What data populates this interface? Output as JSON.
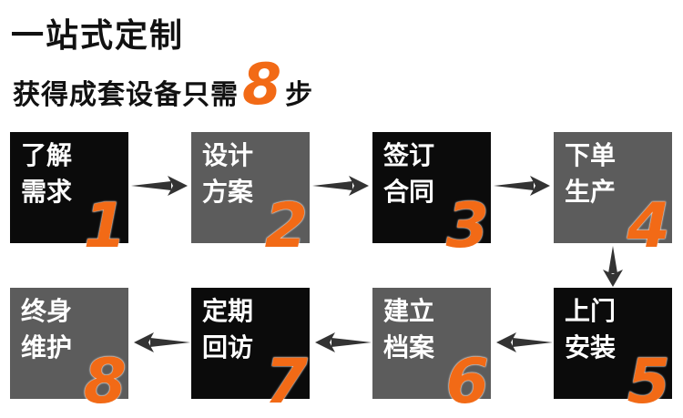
{
  "title": "一站式定制",
  "subtitle": {
    "pre": "获得成套设备只需",
    "num": "8",
    "post": "步"
  },
  "steps": [
    {
      "label": "了解需求",
      "num": "1"
    },
    {
      "label": "设计方案",
      "num": "2"
    },
    {
      "label": "签订合同",
      "num": "3"
    },
    {
      "label": "下单生产",
      "num": "4"
    },
    {
      "label": "上门安装",
      "num": "5"
    },
    {
      "label": "建立档案",
      "num": "6"
    },
    {
      "label": "定期回访",
      "num": "7"
    },
    {
      "label": "终身维护",
      "num": "8"
    }
  ],
  "colors": {
    "accent": "#f26a16",
    "dark_box": "#0b0b0b",
    "gray_box": "#5c5c5c",
    "arrow": "#333333"
  }
}
